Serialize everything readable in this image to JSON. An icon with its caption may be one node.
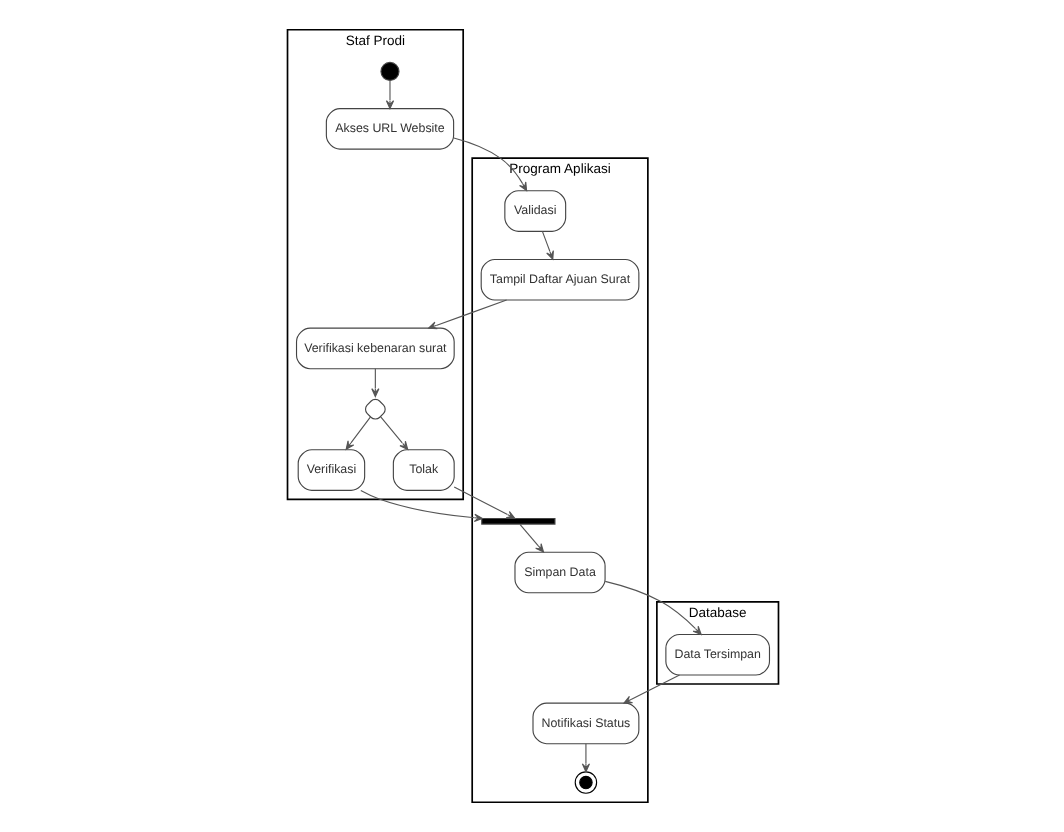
{
  "diagram": {
    "nodes": [
      {
        "text": [
          "Staf Prodi"
        ]
      },
      {
        "text": [
          "Program Aplikasi"
        ]
      },
      {
        "text": [
          "Database"
        ]
      },
      {
        "text": [],
        "shape": "circle",
        "in": 0
      },
      {
        "text": [
          "Akses URL Website"
        ],
        "in": 0
      },
      {
        "text": [
          "Validasi"
        ],
        "in": 1
      },
      {
        "text": [
          "Tampil Daftar Ajuan Surat"
        ],
        "in": 1
      },
      {
        "text": [
          "Verifikasi kebenaran surat"
        ],
        "in": 0
      },
      {
        "text": [],
        "shape": "diamond",
        "in": 0
      },
      {
        "text": [
          "Verifikasi"
        ],
        "in": 0
      },
      {
        "text": [
          "Tolak"
        ],
        "in": 0
      },
      {
        "text": [],
        "shape": "bar",
        "in": 1
      },
      {
        "text": [
          "Simpan Data"
        ],
        "in": 1
      },
      {
        "text": [
          "Data Tersimpan"
        ],
        "in": 2
      },
      {
        "text": [
          "Notifikasi Status"
        ],
        "in": 1
      },
      {
        "text": [],
        "shape": "bullseye",
        "in": 1
      }
    ],
    "edges": [
      {
        "from": 3,
        "to": 4,
        "arrow": "to"
      },
      {
        "from": 4,
        "to": 5,
        "arrow": "to"
      },
      {
        "from": 5,
        "to": 6,
        "arrow": "to"
      },
      {
        "from": 6,
        "to": 7,
        "arrow": "to"
      },
      {
        "from": 7,
        "to": 8,
        "arrow": "to"
      },
      {
        "from": 8,
        "to": 9,
        "arrow": "to"
      },
      {
        "from": 8,
        "to": 10,
        "arrow": "to"
      },
      {
        "from": 9,
        "to": 11,
        "arrow": "to"
      },
      {
        "from": 10,
        "to": 11,
        "arrow": "to"
      },
      {
        "from": 11,
        "to": 12,
        "arrow": "to"
      },
      {
        "from": 12,
        "to": 13,
        "arrow": "to"
      },
      {
        "from": 13,
        "to": 14,
        "arrow": "to"
      },
      {
        "from": 14,
        "to": 15,
        "arrow": "to"
      }
    ]
  }
}
